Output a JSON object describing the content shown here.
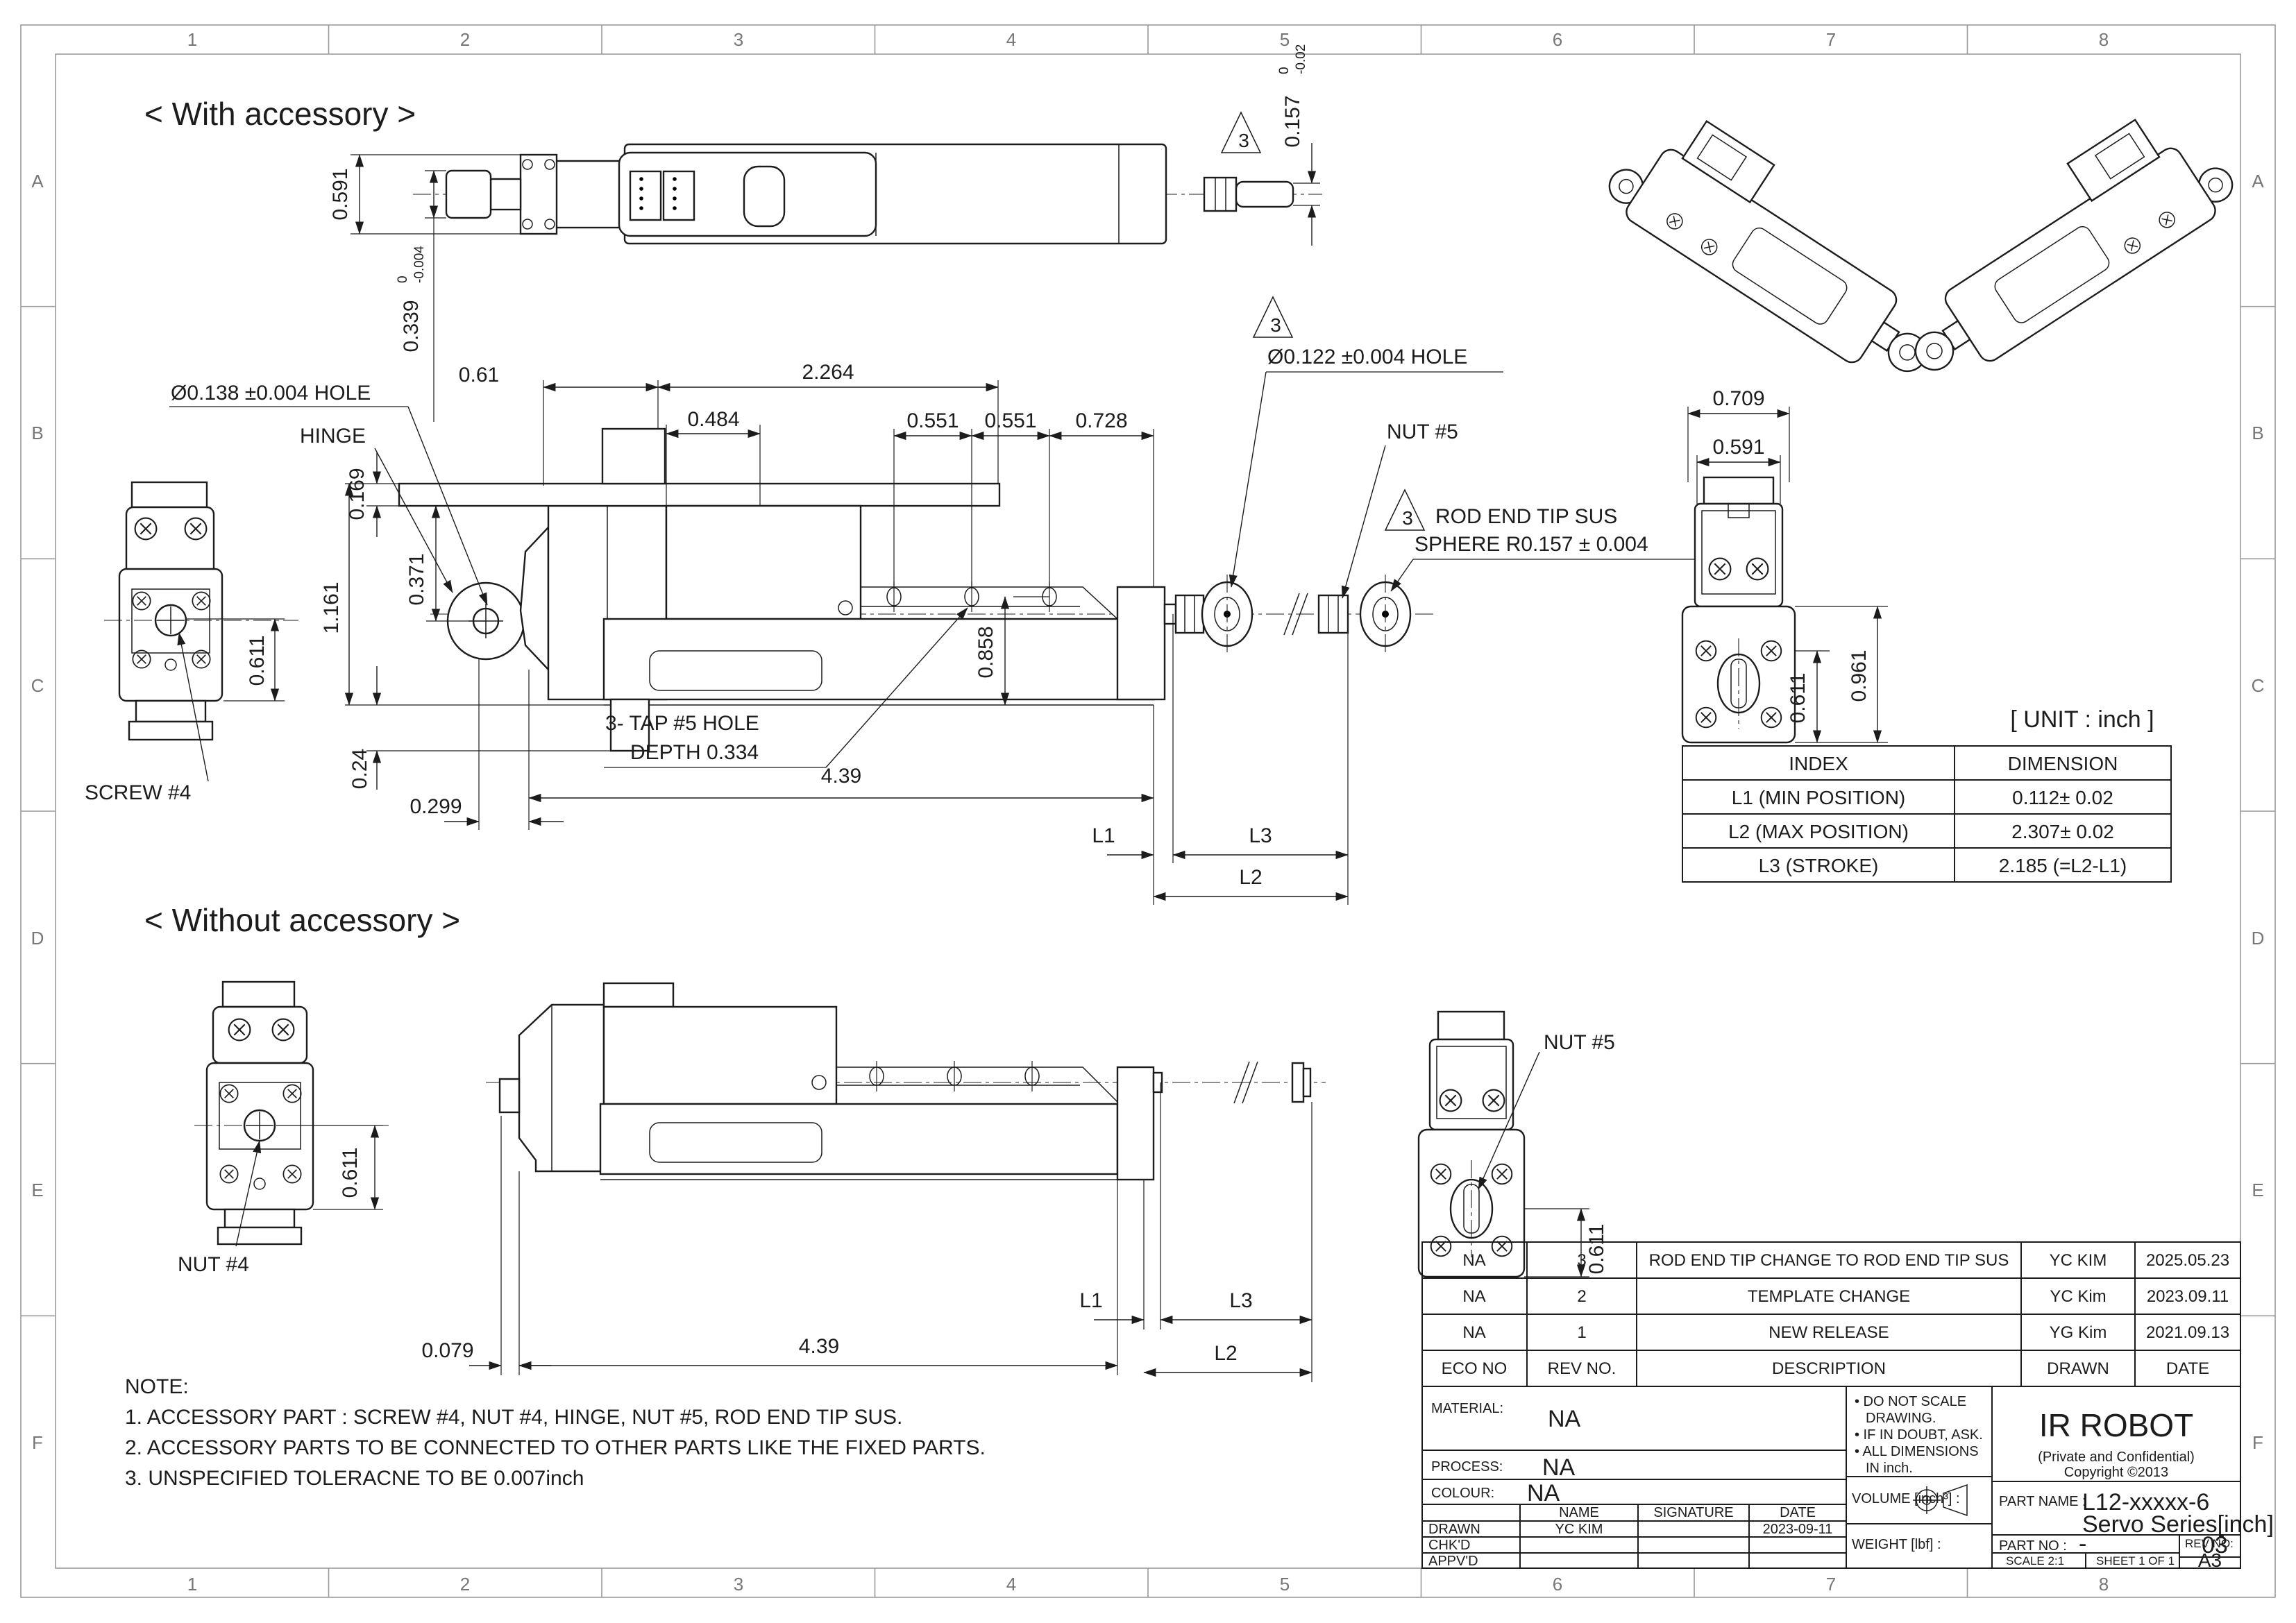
{
  "frame": {
    "cols": [
      "1",
      "2",
      "3",
      "4",
      "5",
      "6",
      "7",
      "8"
    ],
    "rows": [
      "A",
      "B",
      "C",
      "D",
      "E",
      "F"
    ]
  },
  "titles": {
    "with": "< With accessory >",
    "without": "< Without accessory >",
    "unit": "[ UNIT : inch ]"
  },
  "flag": "3",
  "dims": {
    "d591": "0.591",
    "d339": "0.339",
    "t339h": "0",
    "t339l": "-0.004",
    "d157": "0.157",
    "t157h": "0",
    "t157l": "-0.02",
    "hole138": "Ø0.138 ±0.004 HOLE",
    "hinge": "HINGE",
    "d61": "0.61",
    "d2264": "2.264",
    "d484": "0.484",
    "d551": "0.551",
    "d728": "0.728",
    "hole122": "Ø0.122 ±0.004 HOLE",
    "nut5": "NUT #5",
    "rod1": "ROD END TIP SUS",
    "rod2": "SPHERE R0.157 ± 0.004",
    "d169": "0.169",
    "d371": "0.371",
    "d1161": "1.161",
    "d858": "0.858",
    "d611": "0.611",
    "d24": "0.24",
    "d299": "0.299",
    "d439": "4.39",
    "tap1": "3- TAP #5 HOLE",
    "tap2": "DEPTH 0.334",
    "L1": "L1",
    "L2": "L2",
    "L3": "L3",
    "screw4": "SCREW #4",
    "nut4": "NUT #4",
    "d709": "0.709",
    "d591b": "0.591",
    "d961": "0.961",
    "d079": "0.079"
  },
  "index_table": {
    "h1": "INDEX",
    "h2": "DIMENSION",
    "rows": [
      [
        "L1 (MIN POSITION)",
        "0.112± 0.02"
      ],
      [
        "L2 (MAX POSITION)",
        "2.307± 0.02"
      ],
      [
        "L3 (STROKE)",
        "2.185 (=L2-L1)"
      ]
    ]
  },
  "rev_table": {
    "rows": [
      [
        "NA",
        "3",
        "ROD END TIP CHANGE TO ROD END TIP SUS",
        "YC KIM",
        "2025.05.23"
      ],
      [
        "NA",
        "2",
        "TEMPLATE CHANGE",
        "YC Kim",
        "2023.09.11"
      ],
      [
        "NA",
        "1",
        "NEW RELEASE",
        "YG Kim",
        "2021.09.13"
      ]
    ],
    "header": [
      "ECO NO",
      "REV NO.",
      "DESCRIPTION",
      "DRAWN",
      "DATE"
    ]
  },
  "tb": {
    "material_l": "MATERIAL:",
    "process_l": "PROCESS:",
    "colour_l": "COLOUR:",
    "na": "NA",
    "name_h": "NAME",
    "sig_h": "SIGNATURE",
    "date_h": "DATE",
    "drawn_l": "DRAWN",
    "chkd_l": "CHK'D",
    "appvd_l": "APPV'D",
    "drawn_name": "YC KIM",
    "drawn_date": "2023-09-11",
    "b1": "• DO NOT SCALE",
    "b2": "DRAWING.",
    "b3": "• IF IN DOUBT, ASK.",
    "b4": "• ALL DIMENSIONS",
    "b5": "IN inch.",
    "volume_l": "VOLUME [inch³] :",
    "weight_l": "WEIGHT [lbf] :",
    "company": "IR ROBOT",
    "conf": "(Private and Confidential)",
    "copy": "Copyright ©2013",
    "pn_l": "PART NAME :",
    "pn1": "L12-xxxxx-6",
    "pn2": "Servo Series[inch]",
    "pno_l": "PART NO :",
    "pno": "-",
    "rev_l": "REV NO:",
    "rev": "03",
    "scale": "SCALE  2:1",
    "sheet": "SHEET 1 OF 1",
    "size": "A3"
  },
  "notes": {
    "t": "NOTE:",
    "n1": "1. ACCESSORY PART :  SCREW #4, NUT #4, HINGE, NUT #5, ROD END TIP SUS.",
    "n2": "2. ACCESSORY PARTS TO BE CONNECTED TO OTHER PARTS LIKE THE  FIXED PARTS.",
    "n3": "3. UNSPECIFIED TOLERACNE TO BE 0.007inch"
  }
}
